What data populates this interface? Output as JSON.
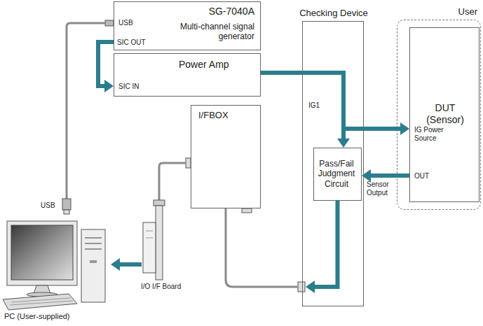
{
  "diagram": {
    "nodes": [
      {
        "text": [
          "SG-7040A",
          "Multi-channel signal generator",
          "USB",
          "SIC OUT"
        ]
      },
      {
        "text": [
          "Power Amp",
          "SIC IN"
        ]
      },
      {
        "text": [
          "Checking Device",
          "IG1"
        ]
      },
      {
        "text": [
          "Pass/Fail Judgment Circuit"
        ],
        "in": 2
      },
      {
        "text": [
          "I/FBOX"
        ]
      },
      {
        "text": [
          "User"
        ]
      },
      {
        "text": [
          "DUT (Sensor)",
          "IG Power Source",
          "OUT"
        ],
        "in": 5
      }
    ],
    "edges": [
      {
        "from": 0,
        "to": 1,
        "arrow": "to"
      },
      {
        "from": 1,
        "to": 6,
        "arrow": "to"
      },
      {
        "from": 1,
        "to": 3,
        "arrow": "to"
      },
      {
        "from": 6,
        "to": 3,
        "arrow": "to"
      },
      {
        "from": 3,
        "to": 4,
        "arrow": "to"
      }
    ],
    "labels": [
      "Sensor Output",
      "USB",
      "I/O I/F Board",
      "PC (User-supplied)"
    ]
  }
}
